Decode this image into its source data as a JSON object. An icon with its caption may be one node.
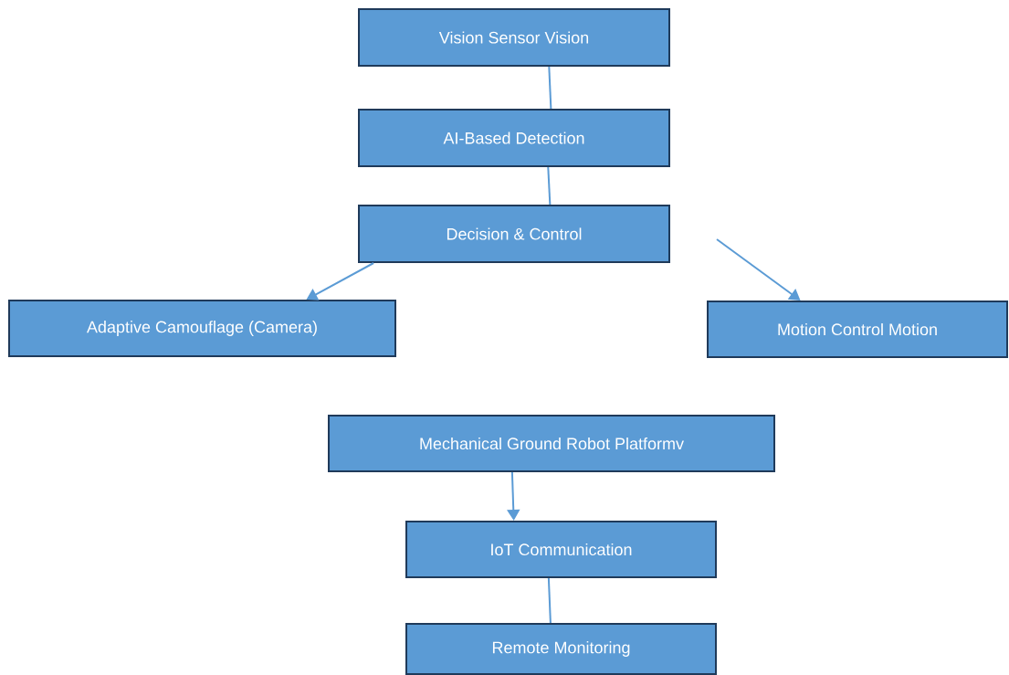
{
  "diagram": {
    "nodes": [
      {
        "text": [
          "Vision Sensor Vision"
        ]
      },
      {
        "text": [
          "AI-Based Detection"
        ]
      },
      {
        "text": [
          "Decision & Control"
        ]
      },
      {
        "text": [
          "Adaptive Camouflage (Camera)"
        ]
      },
      {
        "text": [
          "Motion Control Motion"
        ]
      },
      {
        "text": [
          "Mechanical Ground Robot Platformv"
        ]
      },
      {
        "text": [
          "IoT Communication"
        ]
      },
      {
        "text": [
          "Remote Monitoring"
        ]
      }
    ],
    "edges": [
      {
        "from": 0,
        "to": 1,
        "arrow": "none"
      },
      {
        "from": 1,
        "to": 2,
        "arrow": "none"
      },
      {
        "from": 2,
        "to": 3,
        "arrow": "to"
      },
      {
        "from": null,
        "to": 4,
        "arrow": "to"
      },
      {
        "from": 5,
        "to": 6,
        "arrow": "to"
      },
      {
        "from": 6,
        "to": 7,
        "arrow": "none"
      }
    ]
  }
}
